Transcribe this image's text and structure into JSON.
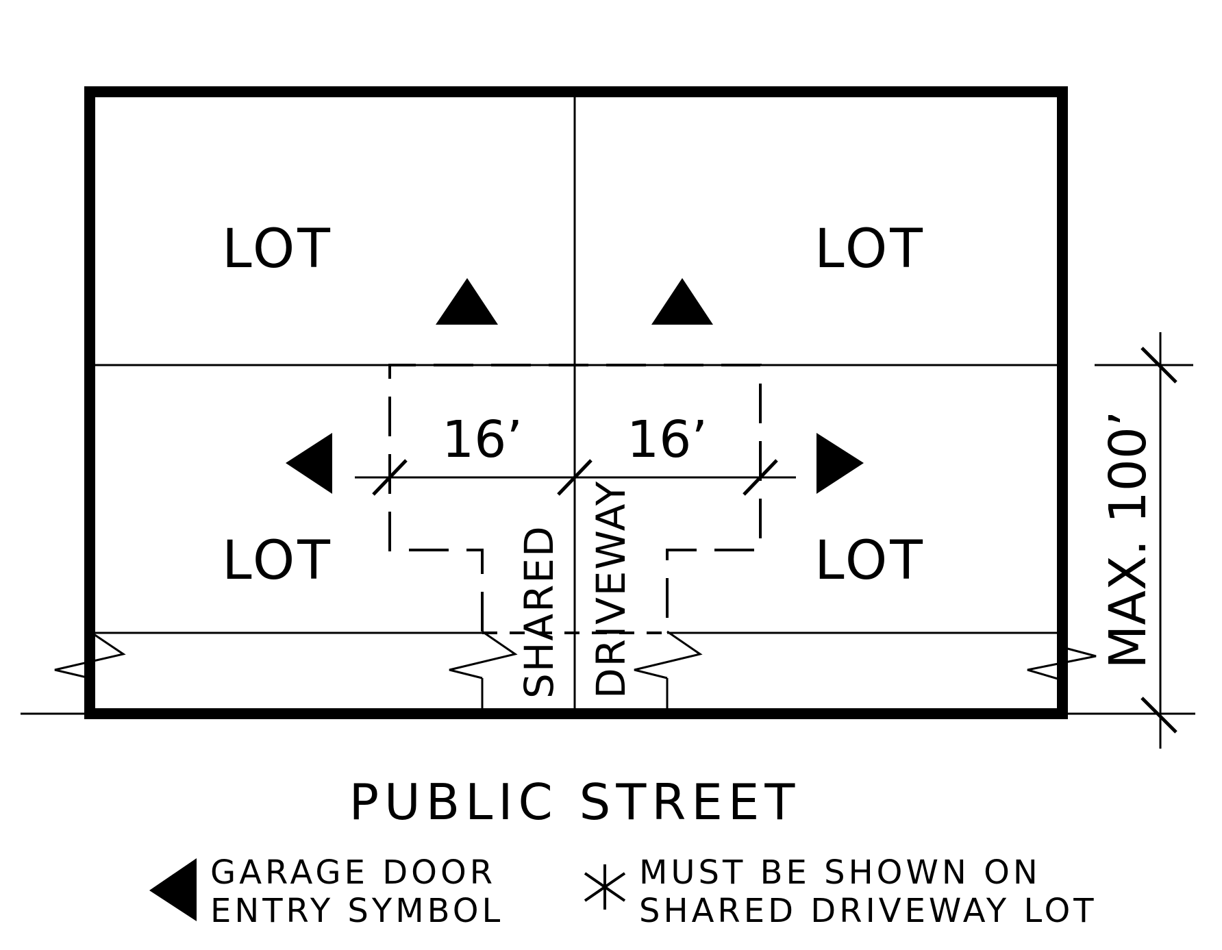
{
  "lots": [
    {
      "label": "LOT"
    },
    {
      "label": "LOT"
    },
    {
      "label": "LOT"
    },
    {
      "label": "LOT"
    }
  ],
  "dimensions": {
    "left_width": "16’",
    "right_width": "16’",
    "max_depth": "MAX. 100’"
  },
  "driveway": {
    "word1": "SHARED",
    "word2": "DRIVEWAY"
  },
  "street": {
    "label": "PUBLIC STREET"
  },
  "legend": {
    "garage_line1": "GARAGE DOOR",
    "garage_line2": "ENTRY SYMBOL",
    "note_line1": "MUST BE SHOWN ON",
    "note_line2": "SHARED DRIVEWAY LOT"
  },
  "symbols": {
    "garage_door": "filled-triangle",
    "note_marker": "asterisk"
  }
}
